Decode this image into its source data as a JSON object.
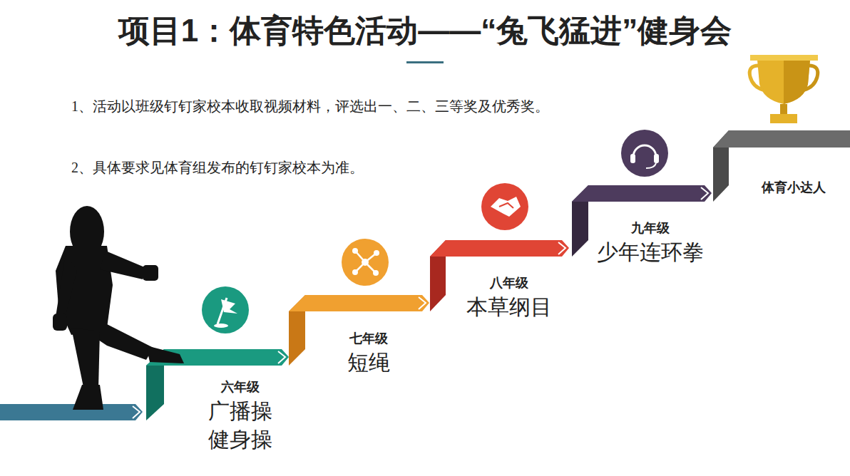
{
  "diagram": {
    "title": "项目1：体育特色活动——“兔飞猛进”健身会",
    "nodes": [
      {
        "text": [
          "六年级",
          "广播操 健身操"
        ]
      },
      {
        "text": [
          "七年级",
          "短绳"
        ]
      },
      {
        "text": [
          "八年级",
          "本草纲目"
        ]
      },
      {
        "text": [
          "九年级",
          "少年连环拳"
        ]
      },
      {
        "text": [
          "体育小达人"
        ]
      }
    ],
    "labels": [
      "1、活动以班级钉钉家校本收取视频材料，评选出一、二、三等奖及优秀奖。",
      "2、具体要求见体育组发布的钉钉家校本为准。"
    ]
  }
}
